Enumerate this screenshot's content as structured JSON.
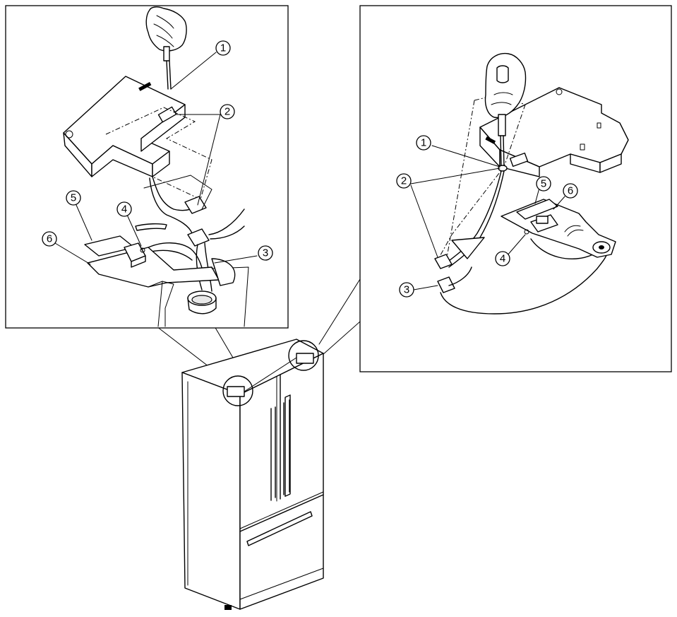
{
  "figure": {
    "left_panel": {
      "callouts": [
        "1",
        "2",
        "3",
        "4",
        "5",
        "6"
      ]
    },
    "right_panel": {
      "callouts": [
        "1",
        "2",
        "3",
        "4",
        "5",
        "6"
      ]
    }
  }
}
